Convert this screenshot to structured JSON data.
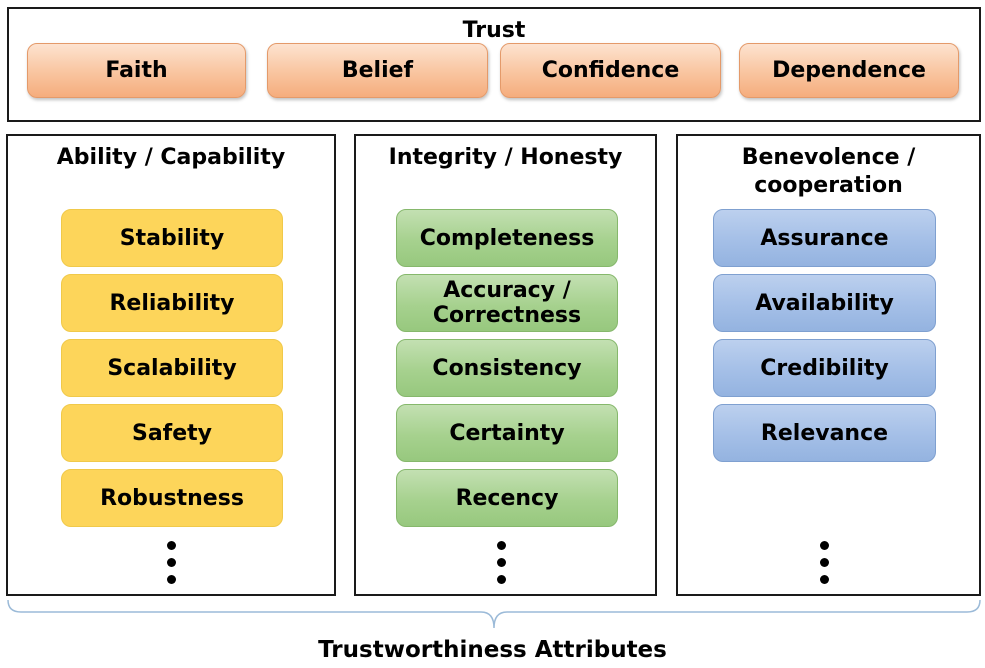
{
  "trust": {
    "title": "Trust",
    "items": [
      "Faith",
      "Belief",
      "Confidence",
      "Dependence"
    ]
  },
  "columns": [
    {
      "title": "Ability / Capability",
      "items": [
        "Stability",
        "Reliability",
        "Scalability",
        "Safety",
        "Robustness"
      ],
      "more": "⋮"
    },
    {
      "title": "Integrity / Honesty",
      "items": [
        "Completeness",
        "Accuracy /\nCorrectness",
        "Consistency",
        "Certainty",
        "Recency"
      ],
      "more": "⋮"
    },
    {
      "title": "Benevolence /\ncooperation",
      "items": [
        "Assurance",
        "Availability",
        "Credibility",
        "Relevance"
      ],
      "more": "⋮"
    }
  ],
  "footer": {
    "label": "Trustworthiness Attributes"
  },
  "colors": {
    "trust": "#f9c7a3",
    "ability": "#fdd55a",
    "integrity": "#a6d18e",
    "benevolence": "#a4bfe7"
  }
}
